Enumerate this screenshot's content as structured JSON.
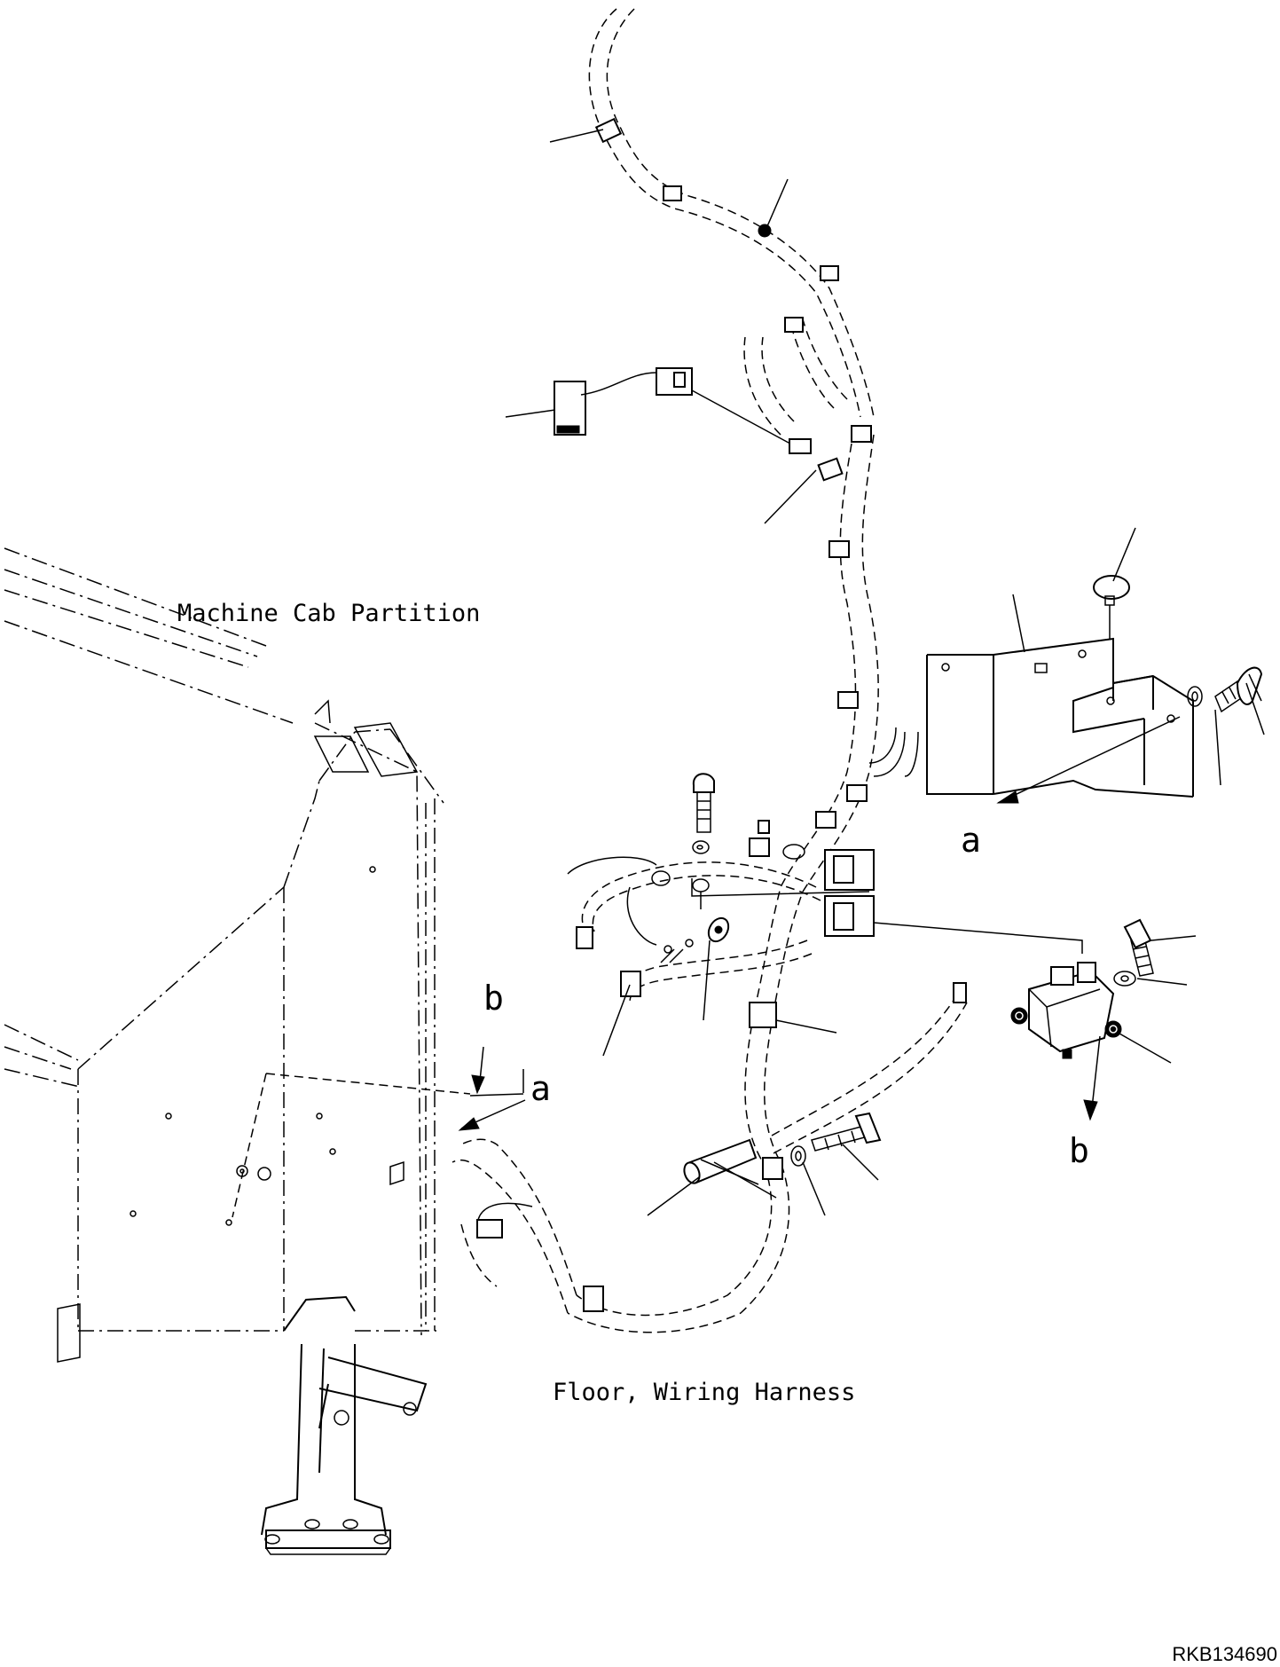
{
  "labels": {
    "cab_partition": "Machine Cab Partition",
    "floor_harness": "Floor, Wiring Harness",
    "ref_a_top": "a",
    "ref_a_bottom": "a",
    "ref_b_top": "b",
    "ref_b_bottom": "b"
  },
  "drawing_id": "RKB134690"
}
